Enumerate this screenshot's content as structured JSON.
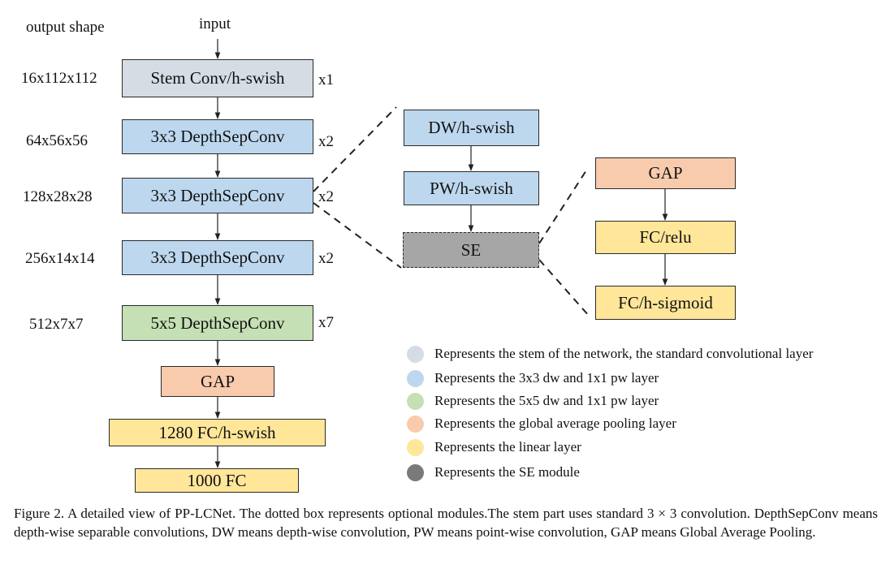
{
  "header": {
    "output_shape_label": "output shape",
    "input_label": "input"
  },
  "colors": {
    "stem": "#d6dce4",
    "dw_pw_3x3": "#bdd7ee",
    "dw_pw_5x5": "#c5e0b4",
    "gap": "#f8cbad",
    "linear": "#ffe699",
    "se": "#a6a6a6",
    "se_dot": "#7a7a7a"
  },
  "main_blocks": [
    {
      "shape": "16x112x112",
      "label": "Stem Conv/h-swish",
      "repeat": "x1",
      "color_key": "stem"
    },
    {
      "shape": "64x56x56",
      "label": "3x3 DepthSepConv",
      "repeat": "x2",
      "color_key": "dw_pw_3x3"
    },
    {
      "shape": "128x28x28",
      "label": "3x3 DepthSepConv",
      "repeat": "x2",
      "color_key": "dw_pw_3x3"
    },
    {
      "shape": "256x14x14",
      "label": "3x3 DepthSepConv",
      "repeat": "x2",
      "color_key": "dw_pw_3x3"
    },
    {
      "shape": "512x7x7",
      "label": "5x5 DepthSepConv",
      "repeat": "x7",
      "color_key": "dw_pw_5x5"
    }
  ],
  "head_blocks": [
    {
      "label": "GAP",
      "color_key": "gap"
    },
    {
      "label": "1280 FC/h-swish",
      "color_key": "linear"
    },
    {
      "label": "1000 FC",
      "color_key": "linear"
    }
  ],
  "depthsep_detail": [
    {
      "label": "DW/h-swish",
      "color_key": "dw_pw_3x3"
    },
    {
      "label": "PW/h-swish",
      "color_key": "dw_pw_3x3"
    },
    {
      "label": "SE",
      "color_key": "se",
      "optional": true
    }
  ],
  "se_detail": [
    {
      "label": "GAP",
      "color_key": "gap"
    },
    {
      "label": "FC/relu",
      "color_key": "linear"
    },
    {
      "label": "FC/h-sigmoid",
      "color_key": "linear"
    }
  ],
  "legend": [
    {
      "text": "Represents the stem of the network, the standard convolutional layer",
      "color_key": "stem"
    },
    {
      "text": "Represents the 3x3 dw and 1x1 pw layer",
      "color_key": "dw_pw_3x3"
    },
    {
      "text": "Represents the 5x5 dw and 1x1 pw layer",
      "color_key": "dw_pw_5x5"
    },
    {
      "text": "Represents the global average pooling layer",
      "color_key": "gap"
    },
    {
      "text": "Represents the linear layer",
      "color_key": "linear"
    },
    {
      "text": "Represents the SE module",
      "color_key": "se_dot"
    }
  ],
  "caption": "Figure 2. A detailed view of PP-LCNet.  The dotted box represents optional modules.The stem part uses standard 3 × 3 convolution. DepthSepConv means depth-wise separable convolutions, DW means depth-wise convolution, PW means point-wise convolution, GAP means Global Average Pooling."
}
